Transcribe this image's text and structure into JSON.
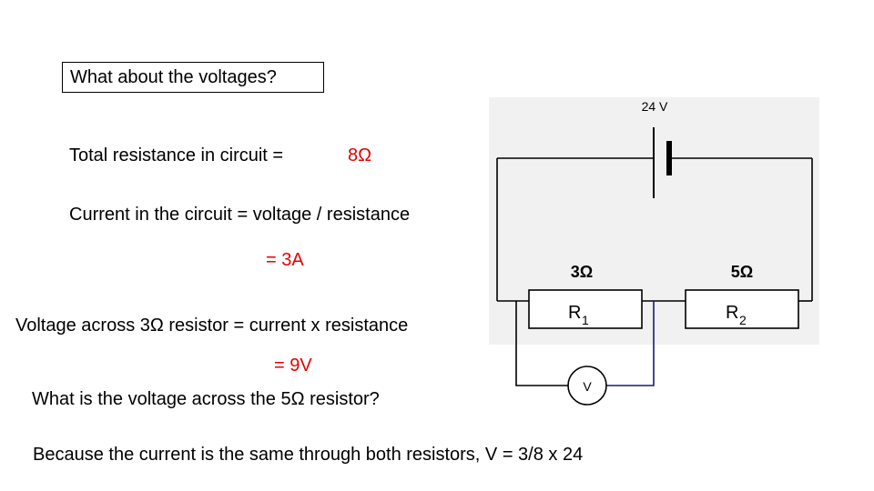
{
  "title": "What about the voltages?",
  "lines": {
    "total_resistance_label": "Total resistance in circuit =",
    "total_resistance_value": "8Ω",
    "current_formula": "Current in the circuit = voltage / resistance",
    "current_result": "= 3A",
    "voltage_formula": "Voltage across 3Ω resistor = current x resistance",
    "voltage_result": "= 9V",
    "question": "What is the voltage across the 5Ω resistor?",
    "answer": "Because the current is the same through both resistors, V = 3/8  x  24"
  },
  "circuit": {
    "battery_label": "24 V",
    "r1_value": "3Ω",
    "r1_name": "R",
    "r1_sub": "1",
    "r2_value": "5Ω",
    "r2_name": "R",
    "r2_sub": "2",
    "voltmeter_label": "V"
  },
  "colors": {
    "highlight_text": "#e60000",
    "circuit_background": "#f1f1f1",
    "voltmeter_lead": "#1a1a7a"
  }
}
